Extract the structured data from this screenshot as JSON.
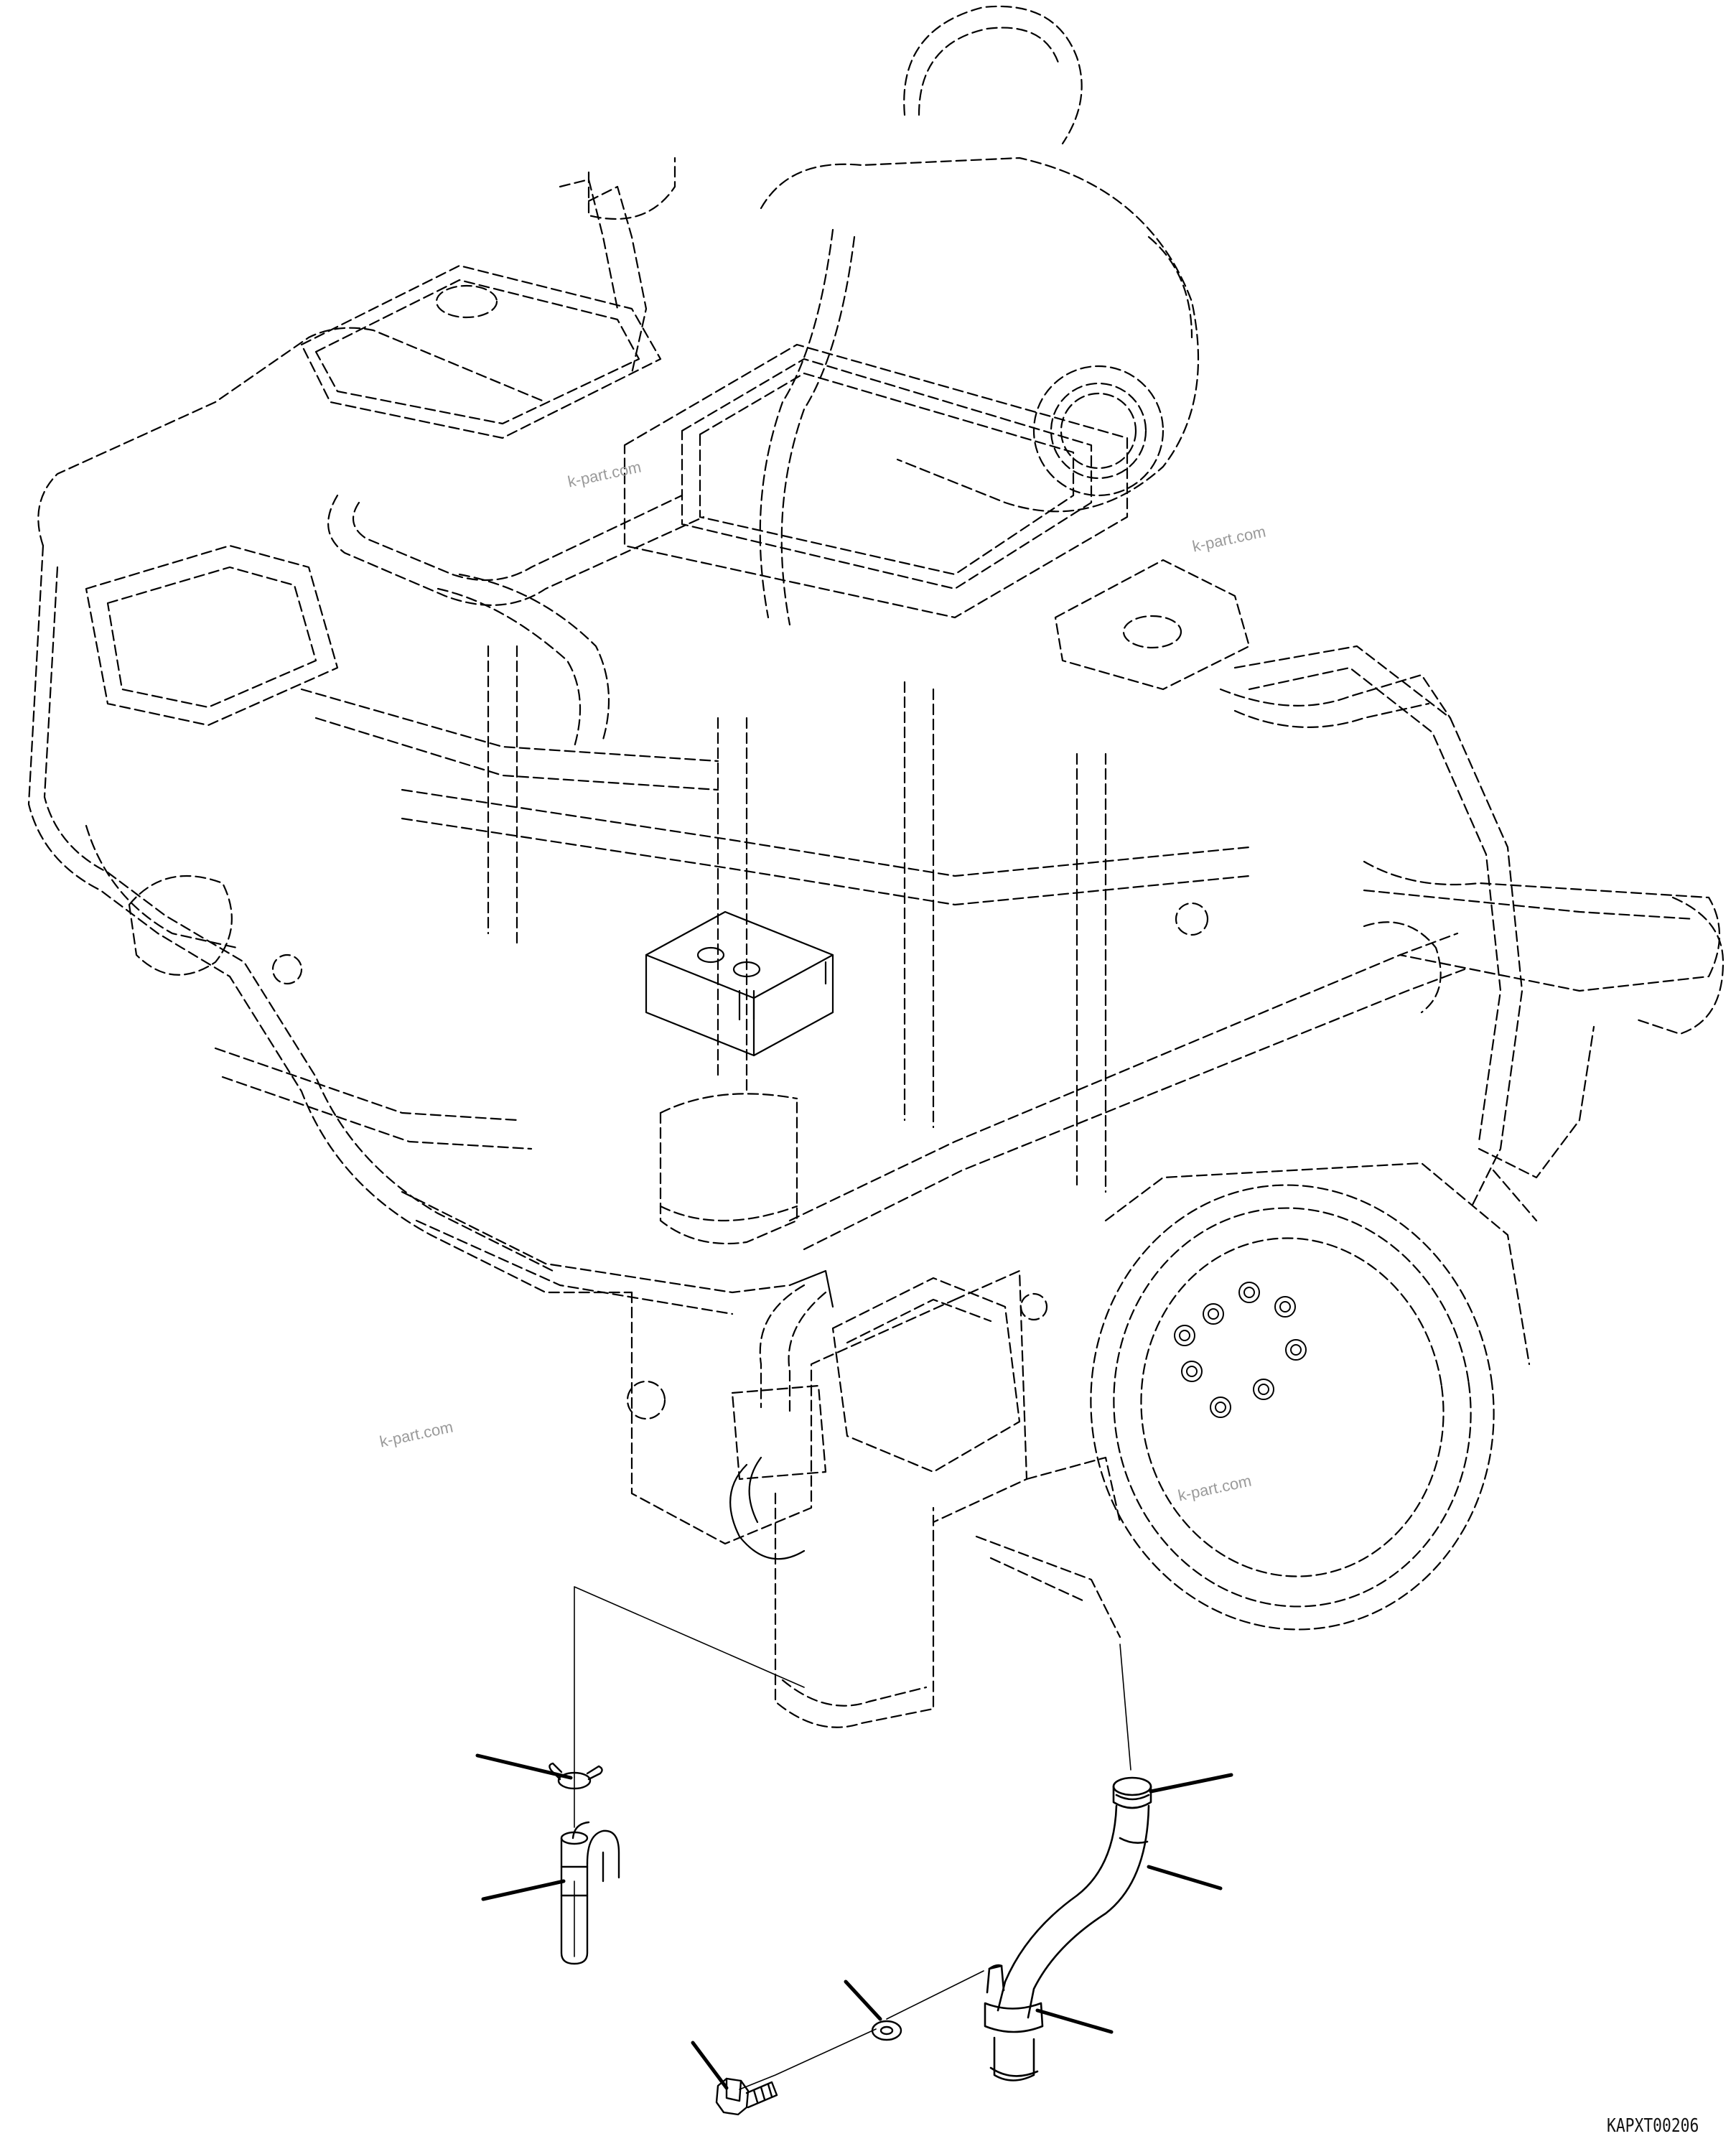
{
  "watermarks": [
    "k-part.com",
    "k-part.com",
    "k-part.com",
    "k-part.com"
  ],
  "drawing_code": "KAPXT00206",
  "style": {
    "line_color": "#000000",
    "background": "#ffffff",
    "watermark_color": "#9a9a9a"
  }
}
